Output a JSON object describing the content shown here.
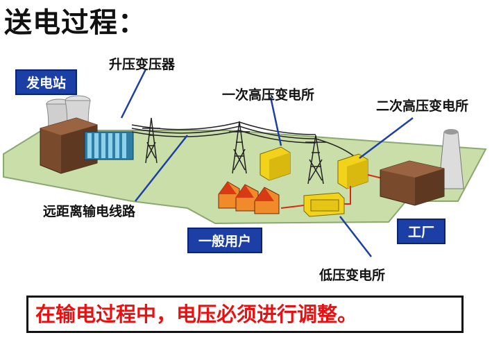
{
  "title": "送电过程：",
  "labels": {
    "power_station": "发电站",
    "step_up_transformer": "升压变压器",
    "primary_hv_substation": "一次高压变电所",
    "secondary_hv_substation": "二次高压变电所",
    "long_distance_line": "远距离输电线路",
    "residential_users": "一般用户",
    "factory": "工厂",
    "lv_substation": "低压变电所"
  },
  "note": "在输电过程中，电压必须进行调整。",
  "colors": {
    "ground": "#c9dea8",
    "label_box": "#1c3fa6",
    "substation": "#f2d21a",
    "house_roof": "#d83a16",
    "house_wall": "#f08a2a",
    "building": "#7a4a2c",
    "note_text": "#e81010",
    "pointer": "#1c3fa6"
  }
}
